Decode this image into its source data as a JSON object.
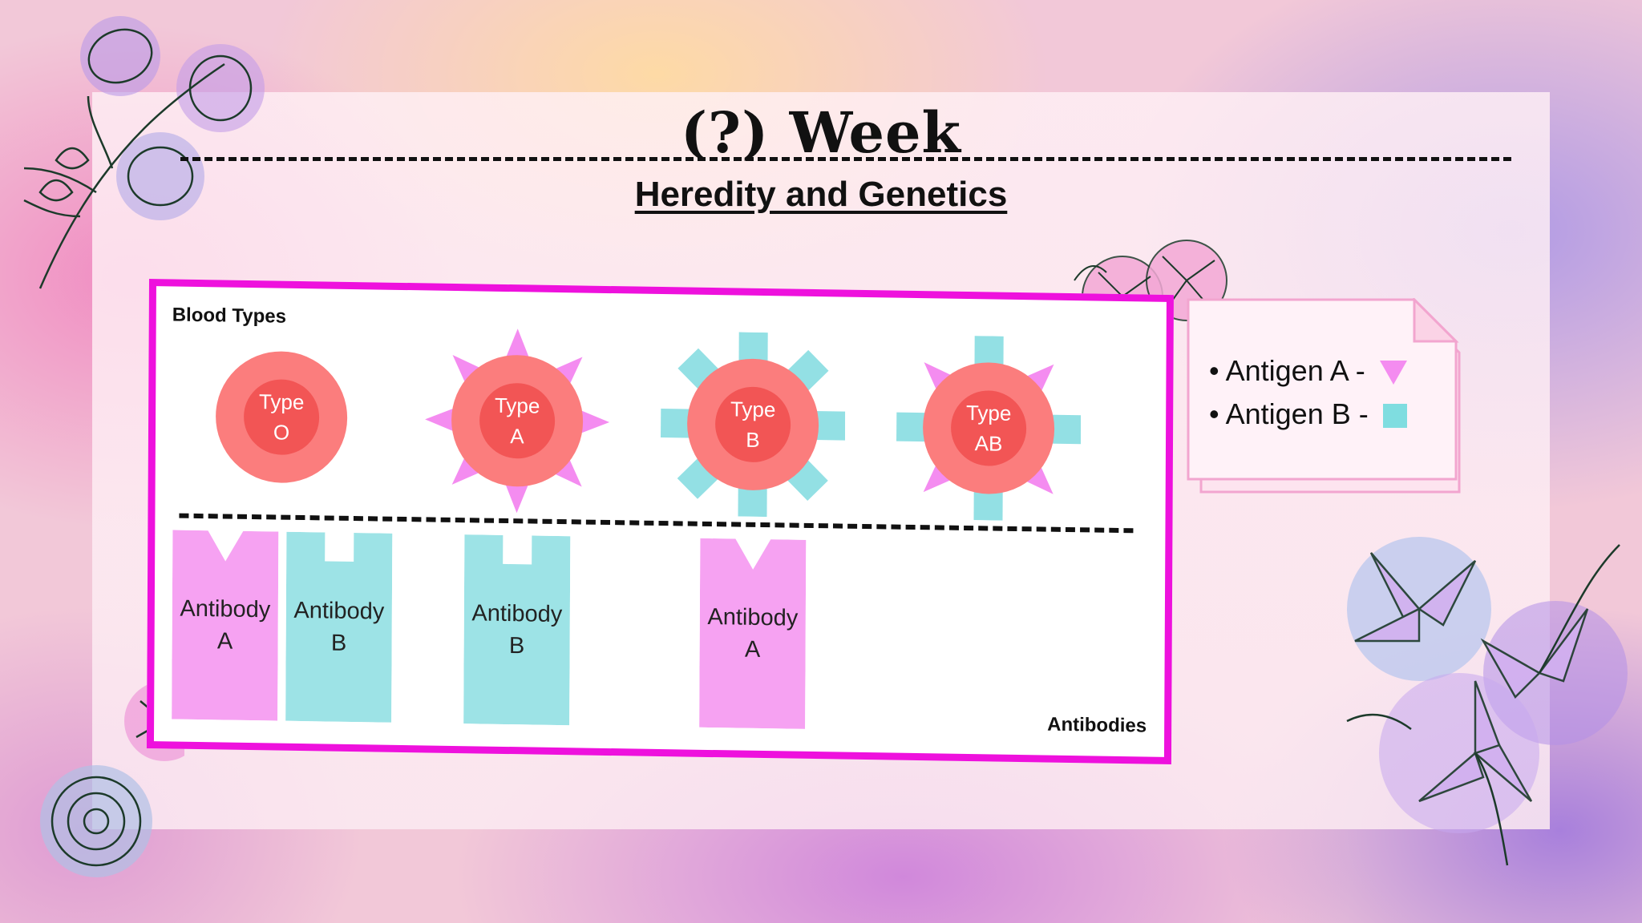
{
  "slide": {
    "title": "(?) Week",
    "subtitle": "Heredity and Genetics"
  },
  "panel": {
    "top_label": "Blood Types",
    "bottom_label": "Antibodies",
    "blood_cells": [
      {
        "line1": "Type",
        "line2": "O",
        "antigens": "none"
      },
      {
        "line1": "Type",
        "line2": "A",
        "antigens": "A"
      },
      {
        "line1": "Type",
        "line2": "B",
        "antigens": "B"
      },
      {
        "line1": "Type",
        "line2": "AB",
        "antigens": "A+B"
      }
    ],
    "antibodies": [
      {
        "line1": "Antibody",
        "line2": "A",
        "kind": "A"
      },
      {
        "line1": "Antibody",
        "line2": "B",
        "kind": "B"
      },
      {
        "line1": "Antibody",
        "line2": "B",
        "kind": "B"
      },
      {
        "line1": "Antibody",
        "line2": "A",
        "kind": "A"
      }
    ]
  },
  "legend": {
    "items": [
      {
        "label": "• Antigen A -",
        "shape": "triangle-icon"
      },
      {
        "label": "• Antigen B -",
        "shape": "square-icon"
      }
    ]
  },
  "colors": {
    "antigen_a": "#f48cf0",
    "antigen_b": "#93e0e4",
    "cell_outer": "#fb7d7d",
    "cell_inner": "#f25555",
    "panel_border": "#ee11dd",
    "antibody_a": "#f6a2f2",
    "antibody_b": "#9de3e6"
  }
}
